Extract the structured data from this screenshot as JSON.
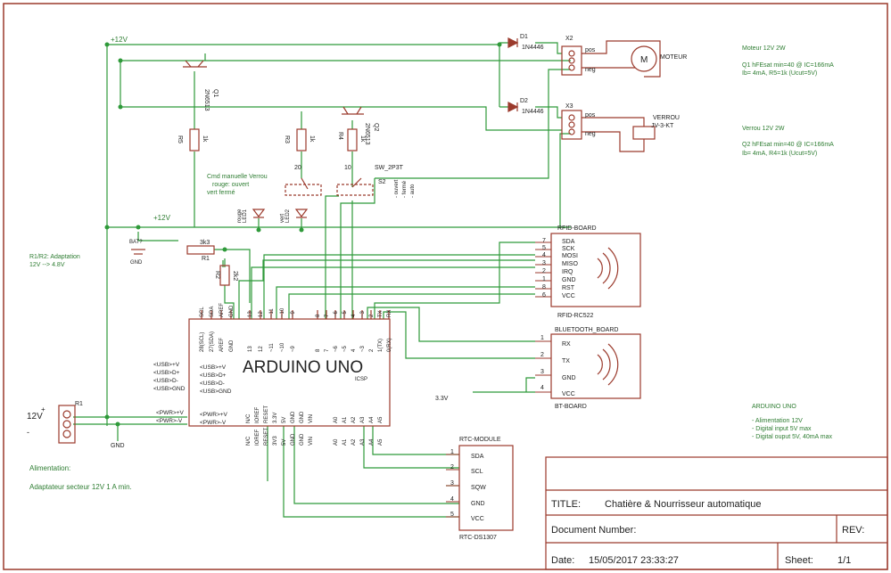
{
  "supply": {
    "top_rail": "+12V",
    "mid_rail": "+12V",
    "jack_label": "12V",
    "jack_plus": "+",
    "jack_minus": "-",
    "pwr_plus": "<PWR>+V",
    "pwr_minus": "<PWR>-V",
    "gnd": "GND",
    "r1_name": "R1",
    "note_title": "Alimentation:",
    "note_text": "Adaptateur secteur 12V 1 A min."
  },
  "motor_driver": {
    "q1_type": "2N6513",
    "q1_name": "Q1",
    "r5_name": "R5",
    "r5_val": "1k",
    "d1_name": "D1",
    "d1_type": "1N4446",
    "x2_name": "X2",
    "pin_pos": "pos",
    "pin_neg": "neg",
    "motor_symbol": "M",
    "motor_label": "MOTEUR",
    "note_title": "Moteur 12V 2W",
    "note_line1": "Q1 hFEsat min=40 @ IC=166mA",
    "note_line2": "Ib= 4mA, R5=1k (Ucut=5V)"
  },
  "lock_driver": {
    "q2_type": "2N6513",
    "q2_name": "Q2",
    "r4_name": "R4",
    "r4_val": "1k",
    "d2_name": "D2",
    "d2_type": "1N4446",
    "x3_name": "X3",
    "pin_pos": "pos",
    "pin_neg": "neg",
    "lock_label": "VERROU",
    "lock_sub": "JV-3-KT",
    "note_title": "Verrou 12V 2W",
    "note_line1": "Q2 hFEsat min=40 @ IC=166mA",
    "note_line2": "Ib= 4mA, R4=1k (Ucut=5V)"
  },
  "manual_control": {
    "r3_name": "R3",
    "r3_val": "1k",
    "switch_name": "SW_2P3T",
    "switch_ref": "S2",
    "title": "Cmd manuelle Verrou",
    "line1": "rouge: ouvert",
    "line2": "vert fermé",
    "opt1": "- ouvert",
    "opt2": "- fermé",
    "opt3": "- auto",
    "led1": "LED1",
    "led1_color": "rouge",
    "led2": "LED2",
    "led2_color": "vert",
    "sw_pin_20": "20",
    "sw_pin_10": "10"
  },
  "divider": {
    "note_title": "R1/R2: Adaptation",
    "note_text": "12V --> 4.8V",
    "r1_name": "R1",
    "r1_val": "3k3",
    "r2_name": "R2",
    "r2_val": "2k2",
    "bat_label": "BAT?",
    "gnd_sym": "GND"
  },
  "arduino": {
    "title": "ARDUINO UNO",
    "top_pins": [
      "SCL",
      "SDA",
      "AREF",
      "GND",
      "13",
      "12",
      "~11",
      "~10",
      "~9",
      "8",
      "7",
      "~6",
      "~5",
      "4",
      "~3",
      "2",
      "TX",
      "RX"
    ],
    "top_inner": [
      "28(SCL)",
      "27(SDA)",
      "AREF",
      "GND",
      "13",
      "12",
      "~11",
      "~10",
      "~9",
      "8",
      "7",
      "~6",
      "~5",
      "4",
      "~3",
      "2",
      "1(TX)",
      "0(RX)"
    ],
    "usb_ext": [
      "<USB>+V",
      "<USB>D+",
      "<USB>D-",
      "<USB>GND"
    ],
    "usb_int": [
      "<USB>+V",
      "<USB>D+",
      "<USB>D-",
      "<USB>GND"
    ],
    "pwr_int": [
      "<PWR>+V",
      "<PWR>-V"
    ],
    "bottom_pins": [
      "N/C",
      "IOREF",
      "RESET",
      "3V3",
      "5V",
      "GND",
      "GND",
      "VIN",
      "A0",
      "A1",
      "A2",
      "A3",
      "A4",
      "A5"
    ],
    "bottom_inner": [
      "N/C",
      "IOREF",
      "RESET",
      "3.3V",
      "5V",
      "GND",
      "GND",
      "VIN",
      "A0",
      "A1",
      "A2",
      "A3",
      "A4",
      "A5"
    ],
    "icsp": "ICSP",
    "note_title": "ARDUINO UNO",
    "note_line1": "- Alimentation 12V",
    "note_line2": "- Digital input 5V max",
    "note_line3": "- Digital ouput 5V, 40mA max"
  },
  "rfid": {
    "name": "RFID-BOARD",
    "part": "RFID-RC522",
    "pins": [
      "SDA",
      "SCK",
      "MOSI",
      "MISO",
      "IRQ",
      "GND",
      "RST",
      "VCC"
    ],
    "nums": [
      "7",
      "5",
      "4",
      "3",
      "2",
      "1",
      "8",
      "6"
    ]
  },
  "bluetooth": {
    "name": "BLUETOOTH_BOARD",
    "part": "BT-BOARD",
    "pins": [
      "RX",
      "TX",
      "GND",
      "VCC"
    ],
    "nums": [
      "1",
      "2",
      "3",
      "4"
    ],
    "supply": "3.3V"
  },
  "rtc": {
    "name": "RTC-MODULE",
    "part": "RTC-DS1307",
    "pins": [
      "SDA",
      "SCL",
      "SQW",
      "GND",
      "VCC"
    ],
    "nums": [
      "1",
      "2",
      "3",
      "4",
      "5"
    ]
  },
  "title_block": {
    "title_label": "TITLE:",
    "title_value": "Chatière & Nourrisseur automatique",
    "doc_label": "Document Number:",
    "rev_label": "REV:",
    "date_label": "Date:",
    "date_value": "15/05/2017 23:33:27",
    "sheet_label": "Sheet:",
    "sheet_value": "1/1"
  },
  "colors": {
    "wire": "#2f9a3a",
    "part": "#9b3a2c",
    "text": "#222222",
    "note": "#2e7d32",
    "frame": "#9b3a2c"
  }
}
